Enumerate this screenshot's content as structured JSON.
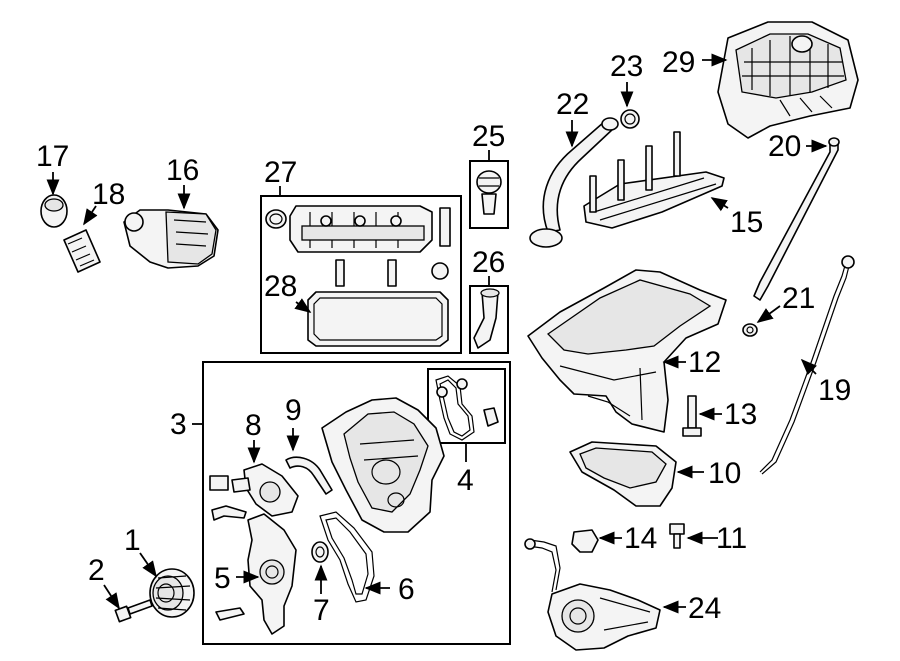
{
  "callouts": {
    "n1": "1",
    "n2": "2",
    "n3": "3",
    "n4": "4",
    "n5": "5",
    "n6": "6",
    "n7": "7",
    "n8": "8",
    "n9": "9",
    "n10": "10",
    "n11": "11",
    "n12": "12",
    "n13": "13",
    "n14": "14",
    "n15": "15",
    "n16": "16",
    "n17": "17",
    "n18": "18",
    "n19": "19",
    "n20": "20",
    "n21": "21",
    "n22": "22",
    "n23": "23",
    "n24": "24",
    "n25": "25",
    "n26": "26",
    "n27": "27",
    "n28": "28",
    "n29": "29"
  }
}
